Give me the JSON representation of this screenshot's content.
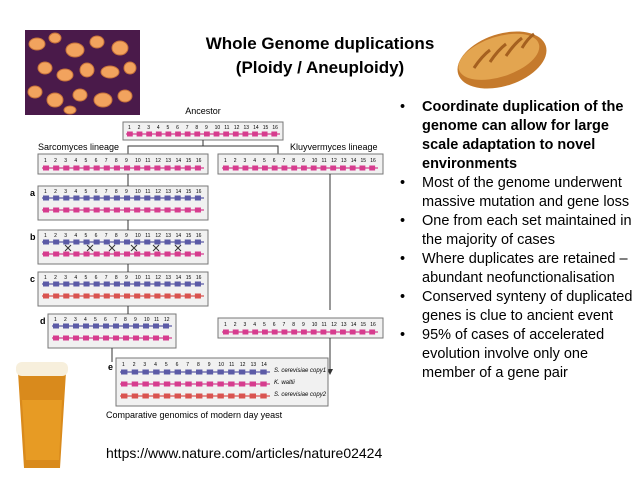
{
  "slide": {
    "title_line1": "Whole Genome duplications",
    "title_line2": "(Ploidy / Aneuploidy)",
    "bullets": [
      "Coordinate duplication of the genome can allow for large scale adaptation to novel environments",
      "Most of the genome underwent massive mutation and gene loss",
      "One from each set maintained in the majority of cases",
      "Where duplicates are retained – abundant neofunctionalisation",
      "Conserved synteny of duplicated genes is clue to ancient event",
      "95% of cases of accelerated evolution involve only one member of a gene pair"
    ],
    "bullet_symbol": "•",
    "url": "https://www.nature.com/articles/nature02424"
  },
  "figure": {
    "ancestor_label": "Ancestor",
    "left_lineage_label": "Sarcomyces lineage",
    "right_lineage_label": "Kluyvermyces lineage",
    "caption": "Comparative genomics of modern day yeast",
    "panel_letters": [
      "a",
      "b",
      "c",
      "d",
      "e"
    ],
    "gene_numbers": [
      "1",
      "2",
      "3",
      "4",
      "5",
      "6",
      "7",
      "8",
      "9",
      "10",
      "11",
      "12",
      "13",
      "14",
      "15",
      "16"
    ],
    "species_labels": [
      "S. cerevisiae copy1",
      "K. waltii",
      "S. cerevisiae copy2"
    ],
    "colors": {
      "blue": "#5b5aa6",
      "pink": "#d63c8e",
      "red": "#d9534f",
      "box": "#f1f1f1"
    }
  },
  "images": {
    "yeast": "yeast-cells-photo",
    "bread": "bread-loaf-photo",
    "beer": "beer-glass-photo"
  }
}
